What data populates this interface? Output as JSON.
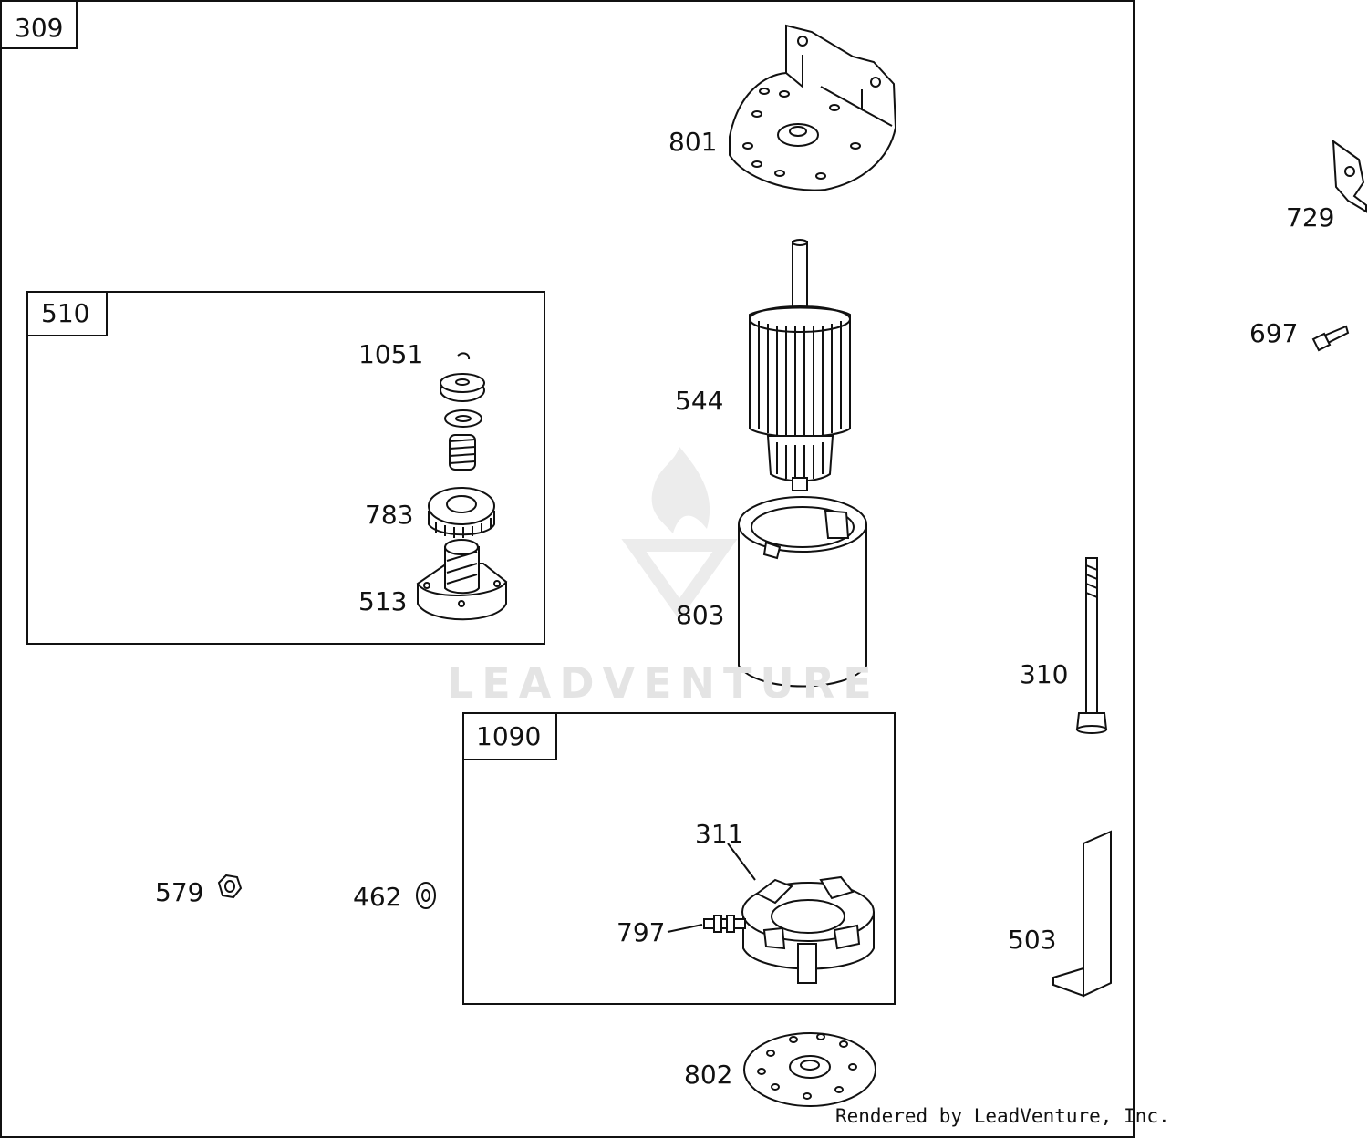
{
  "frame": {
    "assembly_number": "309"
  },
  "sub_assemblies": [
    {
      "id": "box-510",
      "number": "510"
    },
    {
      "id": "box-1090",
      "number": "1090"
    }
  ],
  "callouts": [
    {
      "id": "801",
      "text": "801"
    },
    {
      "id": "544",
      "text": "544"
    },
    {
      "id": "803",
      "text": "803"
    },
    {
      "id": "729",
      "text": "729"
    },
    {
      "id": "697",
      "text": "697"
    },
    {
      "id": "310",
      "text": "310"
    },
    {
      "id": "503",
      "text": "503"
    },
    {
      "id": "802",
      "text": "802"
    },
    {
      "id": "1051",
      "text": "1051"
    },
    {
      "id": "783",
      "text": "783"
    },
    {
      "id": "513",
      "text": "513"
    },
    {
      "id": "311",
      "text": "311"
    },
    {
      "id": "797",
      "text": "797"
    },
    {
      "id": "579",
      "text": "579"
    },
    {
      "id": "462",
      "text": "462"
    }
  ],
  "watermark": "LEADVENTURE",
  "credit": "Rendered by LeadVenture, Inc.",
  "colors": {
    "line": "#111111",
    "watermark": "#e4e4e4",
    "background": "#ffffff"
  }
}
